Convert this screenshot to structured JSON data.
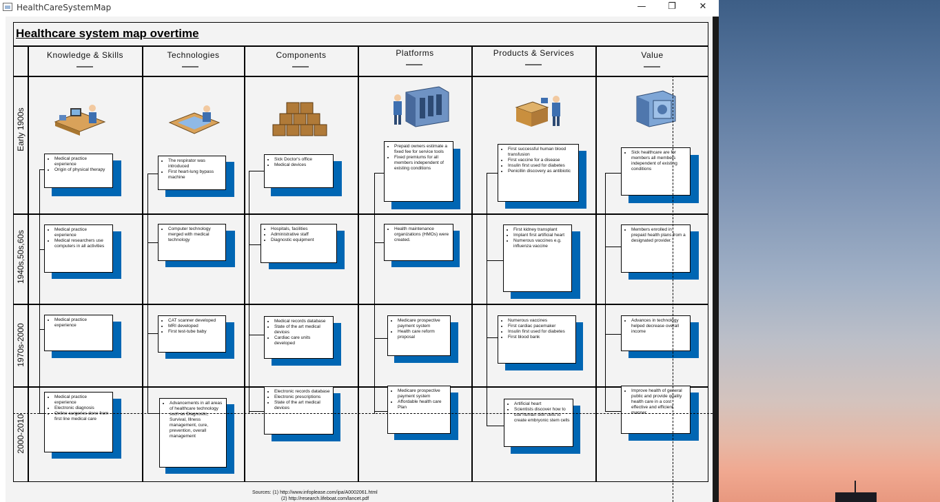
{
  "window": {
    "title": "HealthCareSystemMap",
    "minimize_glyph": "—",
    "maximize_glyph": "❐",
    "close_glyph": "✕"
  },
  "document": {
    "title": "Healthcare system map overtime",
    "columns": [
      "Knowledge & Skills",
      "Technologies",
      "Components",
      "Platforms",
      "Products & Services",
      "Value"
    ],
    "eras": [
      "Early 1900s",
      "1940s,50s,60s",
      "1970s-2000",
      "2000-2010"
    ],
    "cells": {
      "early": {
        "knowledge": [
          "Medical practice experience",
          "Origin of physical therapy"
        ],
        "technologies": [
          "The respirator was introduced",
          "First heart-lung bypass machine"
        ],
        "components": [
          "Sick Doctor's office",
          "Medical devices"
        ],
        "platforms": [
          "Prepaid owners estimate a fixed fee for service tools",
          "Fixed premiums for all members independent of existing conditions"
        ],
        "products": [
          "First successful human blood transfusion",
          "First vaccine for a disease",
          "Insulin first used for diabetes",
          "Penicillin discovery as antibiotic"
        ],
        "value": [
          "Sick healthcare are for members all members independent of existing conditions"
        ]
      },
      "mid": {
        "knowledge": [
          "Medical practice experience",
          "Medical researchers use computers in all activities"
        ],
        "technologies": [
          "Computer technology merged with medical technology"
        ],
        "components": [
          "Hospitals, facilities",
          "Administrative staff",
          "Diagnostic equipment"
        ],
        "platforms": [
          "Health maintenance organizations (HMOs) were created."
        ],
        "products": [
          "First kidney transplant",
          "Implant first artificial heart",
          "Numerous vaccines e.g. influenza vaccine"
        ],
        "value": [
          "Members enrolled in prepaid health plans from a designated provider."
        ]
      },
      "late": {
        "knowledge": [
          "Medical practice experience"
        ],
        "technologies": [
          "CAT scanner developed",
          "MRI developed",
          "First test-tube baby"
        ],
        "components": [
          "Medical records database",
          "State of the art medical devices",
          "Cardiac care units developed"
        ],
        "platforms": [
          "Medicare prospective payment system",
          "Health care reform proposal"
        ],
        "products": [
          "Numerous vaccines",
          "First cardiac pacemaker",
          "Insulin first used for diabetes",
          "First blood bank"
        ],
        "value": [
          "Advances in technology helped decrease overall income"
        ]
      },
      "modern": {
        "knowledge": [
          "Medical practice experience",
          "Electronic diagnosis",
          "Online surgeries done from first line medical care"
        ],
        "technologies": [
          "Advancements in all areas of healthcare technology such as Diagnostic, Survival, Illness management, cure, prevention, overall management"
        ],
        "components": [
          "Electronic records database",
          "Electronic prescriptions",
          "State of the art medical devices"
        ],
        "platforms": [
          "Medicare prospective payment system",
          "Affordable health care Plan"
        ],
        "products": [
          "Artificial heart",
          "Scientists discover how to use human skin cells to create embryonic stem cells"
        ],
        "value": [
          "Improve health of general public and provide quality health care in a cost effective and efficient manner"
        ]
      }
    },
    "sources": [
      "Sources: (1) http://www.infoplease.com/ipa/A0002061.html",
      "(2) http://research.lifeboat.com/lancet.pdf"
    ]
  }
}
